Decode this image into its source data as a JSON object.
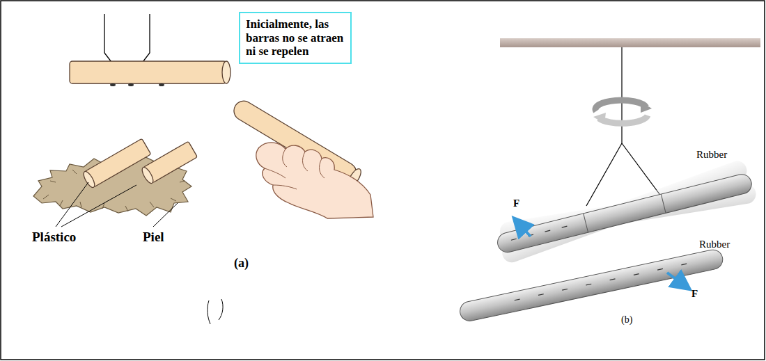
{
  "diagram": {
    "nodes": [
      {
        "text": [
          "Inicialmente, las barras no se atraen ni se repelen"
        ]
      }
    ],
    "labels": [
      "Plástico",
      "Piel",
      "(a)",
      "Rubber",
      "Rubber",
      "F",
      "F",
      "(b)"
    ]
  }
}
